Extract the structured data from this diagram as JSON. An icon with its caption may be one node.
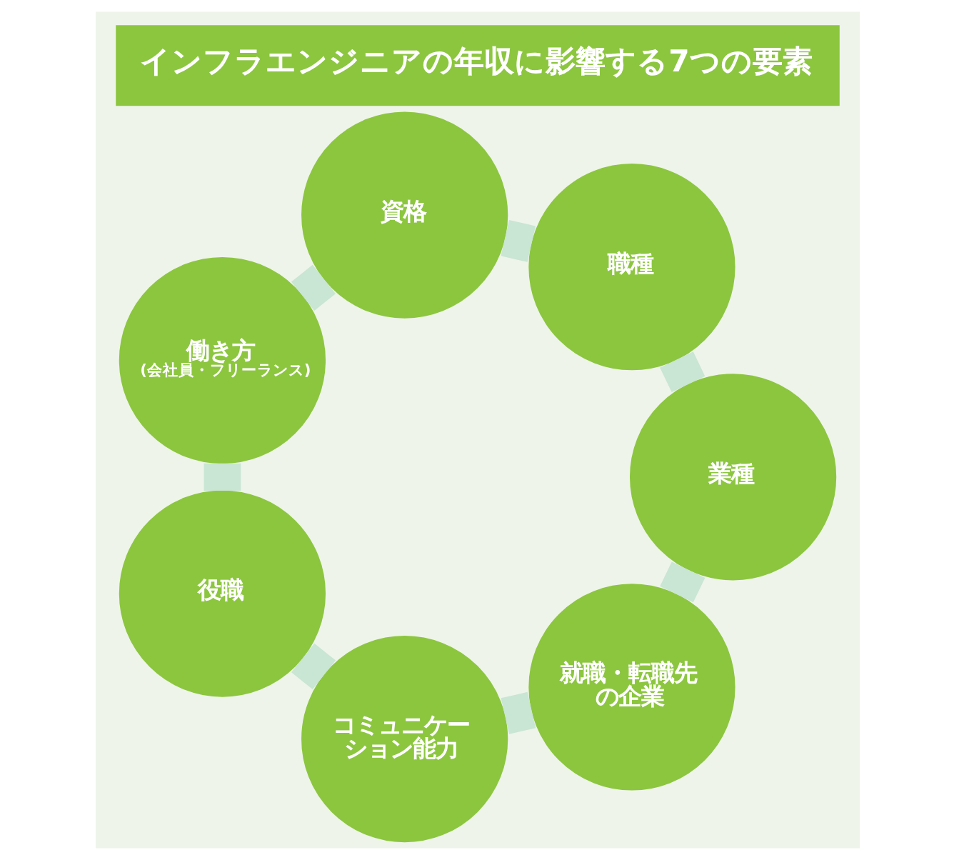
{
  "diagram": {
    "title": "インフラエンジニアの年収に影響する7つの要素",
    "nodes": [
      {
        "text": [
          "就職・転職先の企業"
        ]
      },
      {
        "text": [
          "コミュニケーション能力"
        ]
      },
      {
        "text": [
          "役職"
        ]
      },
      {
        "text": [
          "働き方",
          "(会社員・フリーランス)"
        ]
      },
      {
        "text": [
          "資格"
        ]
      },
      {
        "text": [
          "職種"
        ]
      },
      {
        "text": [
          "業種"
        ]
      }
    ],
    "edges": [
      {
        "from": 0,
        "to": 1,
        "arrow": "none"
      },
      {
        "from": 1,
        "to": 2,
        "arrow": "none"
      },
      {
        "from": 2,
        "to": 3,
        "arrow": "none"
      },
      {
        "from": 3,
        "to": 4,
        "arrow": "none"
      },
      {
        "from": 4,
        "to": 5,
        "arrow": "none"
      },
      {
        "from": 5,
        "to": 6,
        "arrow": "none"
      },
      {
        "from": 6,
        "to": 0,
        "arrow": "none"
      }
    ]
  }
}
